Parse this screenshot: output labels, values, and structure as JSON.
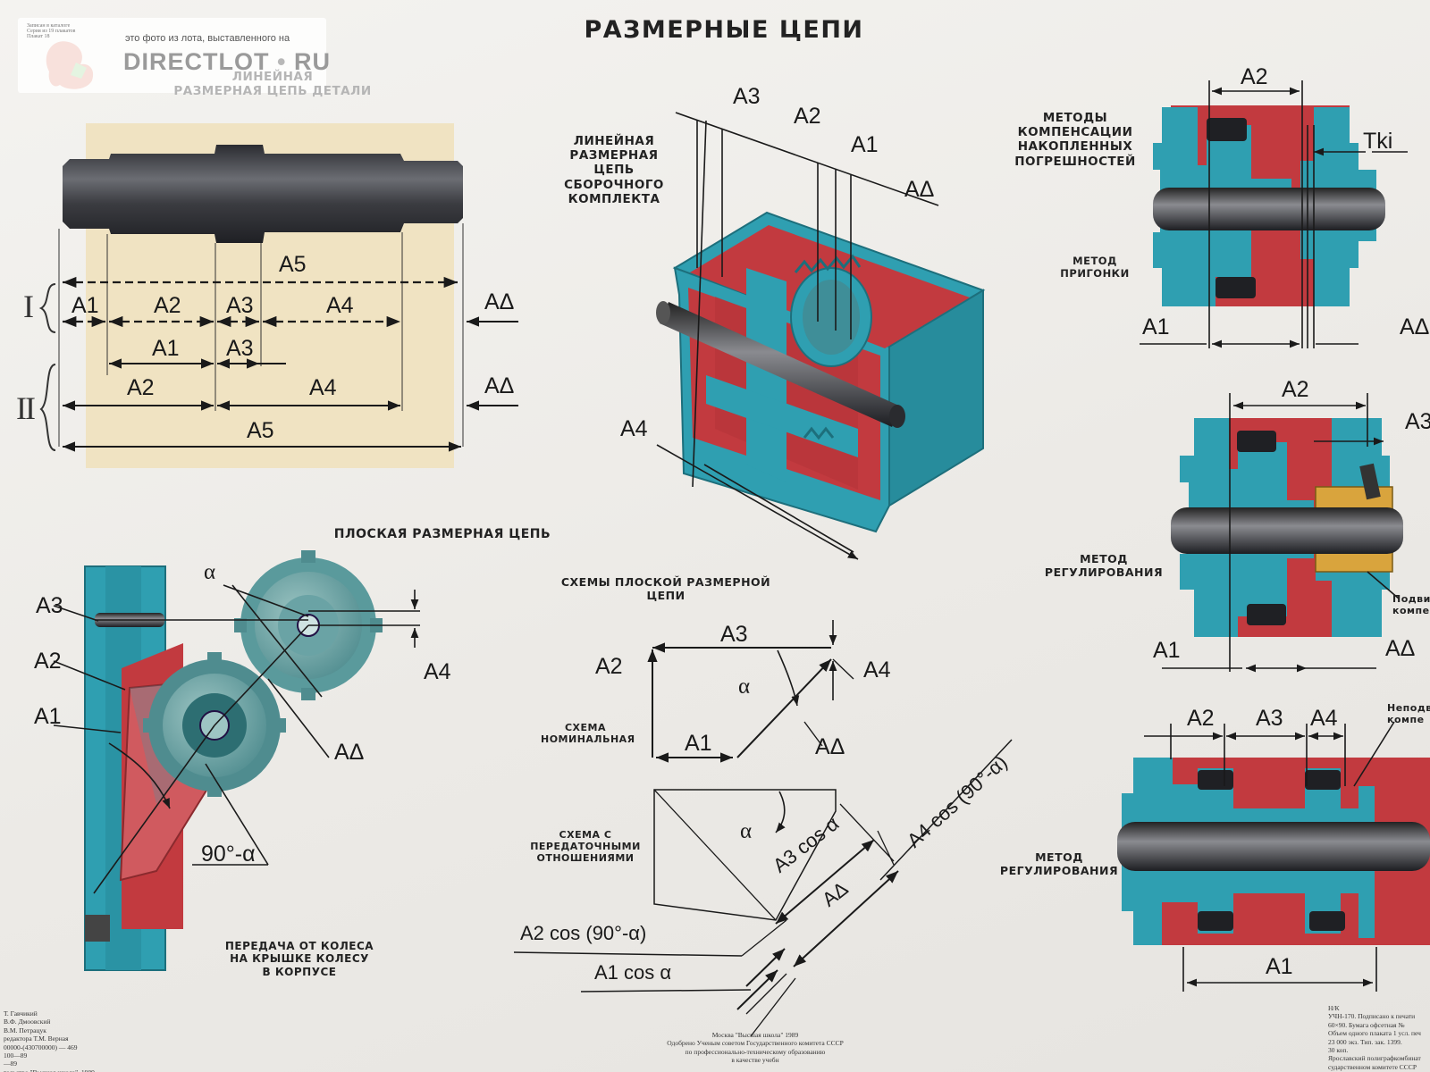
{
  "poster": {
    "title": "РАЗМЕРНЫЕ ЦЕПИ",
    "colors": {
      "paper": "#f1f0ed",
      "red": "#c23a3f",
      "teal": "#2f9fb1",
      "dark_steel": "#3e3f44",
      "beige": "#f0e3c2",
      "orange": "#d9a43d"
    }
  },
  "watermark": {
    "tagline": "это фото из лота, выставленного на",
    "brand": "DIRECTLOT",
    "brand_suffix": "RU",
    "small_text": "Записан в каталоге\nСерия из 19 плакатов\nПлакат 18"
  },
  "section_linear_detail": {
    "title": "ЛИНЕЙНАЯ\nРАЗМЕРНАЯ ЦЕПЬ ДЕТАЛИ",
    "roman_1": "I",
    "roman_2": "II",
    "row1": {
      "a5": "A5",
      "a1": "A1",
      "a2": "A2",
      "a3": "A3",
      "a4": "A4",
      "ad": "AΔ"
    },
    "row2": {
      "a1": "A1",
      "a3": "A3"
    },
    "row3": {
      "a2": "A2",
      "a4": "A4",
      "ad": "AΔ"
    },
    "row4": {
      "a5": "A5"
    }
  },
  "section_assembly": {
    "title": "ЛИНЕЙНАЯ\nРАЗМЕРНАЯ\nЦЕПЬ\nСБОРОЧНОГО\nКОМПЛЕКТА",
    "labels": {
      "a3": "A3",
      "a2": "A2",
      "a1": "A1",
      "ad": "AΔ",
      "a4": "A4"
    }
  },
  "section_plane": {
    "title": "ПЛОСКАЯ РАЗМЕРНАЯ ЦЕПЬ",
    "caption": "ПЕРЕДАЧА ОТ КОЛЕСА\nНА КРЫШКЕ КОЛЕСУ\nВ КОРПУСЕ",
    "labels": {
      "alpha": "α",
      "a3": "A3",
      "a2": "A2",
      "a1": "A1",
      "a4": "A4",
      "ad": "AΔ",
      "angle": "90°-α"
    }
  },
  "section_schemes": {
    "title": "СХЕМЫ ПЛОСКОЙ РАЗМЕРНОЙ\nЦЕПИ",
    "nominal_label": "СХЕМА\nНОМИНАЛЬНАЯ",
    "ratios_label": "СХЕМА С\nПЕРЕДАТОЧНЫМИ\nОТНОШЕНИЯМИ",
    "nominal": {
      "a3": "A3",
      "a2": "A2",
      "alpha": "α",
      "a4": "A4",
      "a1": "A1",
      "ad": "AΔ"
    },
    "ratios": {
      "alpha": "α",
      "a3cos": "A3 cos α",
      "ad": "AΔ",
      "a4cos": "A4 cos (90°-α)",
      "a2cos": "A2 cos (90°-α)",
      "a1cos": "A1 cos α"
    }
  },
  "section_compensation": {
    "title": "МЕТОДЫ\nКОМПЕНСАЦИИ\nНАКОПЛЕННЫХ\nПОГРЕШНОСТЕЙ",
    "method_fit": "МЕТОД\nПРИГОНКИ",
    "method_adjust_1": "МЕТОД\nРЕГУЛИРОВАНИЯ",
    "method_adjust_2": "МЕТОД\nРЕГУЛИРОВАНИЯ",
    "movable_comp": "Подви\nкомпе",
    "fixed_comp": "Неподв\nкомпе",
    "fit": {
      "a2": "A2",
      "tki": "Tki",
      "a1": "A1",
      "ad": "AΔ"
    },
    "adjust1": {
      "a2": "A2",
      "a3": "A3",
      "a1": "A1",
      "ad": "AΔ"
    },
    "adjust2": {
      "a2": "A2",
      "a3": "A3",
      "a4": "A4",
      "a1": "A1"
    }
  },
  "footer": {
    "left_credits": "Т. Гавчикий\nВ.Ф. Дмоовский\nВ.М. Петрацук\nредактора Т.М. Верная\n00000-(430700000) — 469\n100—89\n—89\nтельство \"Высшая школа\", 1989",
    "center_imprint": "Москва \"Высшая школа\" 1989\nОдобрено Ученым советом Государственного комитета СССР\nпо профессионально-техническому образованию\nв качестве учебн",
    "right_imprint": "Н/К\nУЧН-170. Подписано к печати\n60×90. Бумага офсетная №\nОбъем одного плаката 1 усл. печ\n23 000 экз. Тип. зак. 1399.\n30 коп.\nЯрославский полиграфкомбинат\nсударственном комитете СССР\nи книжной торговли. 150049, Я"
  }
}
